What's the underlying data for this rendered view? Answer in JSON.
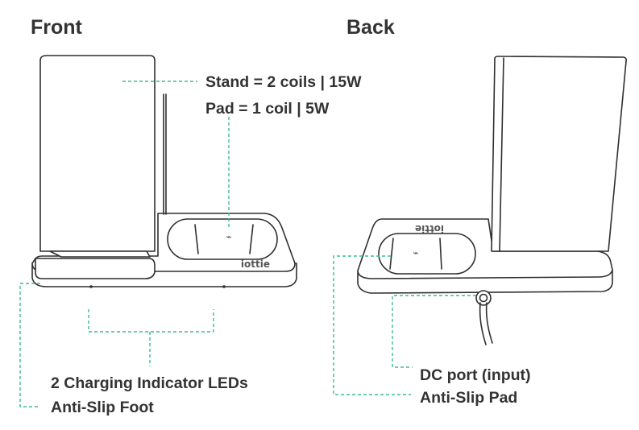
{
  "views": {
    "front_title": "Front",
    "back_title": "Back"
  },
  "callouts": {
    "stand": "Stand = 2 coils | 15W",
    "pad": "Pad = 1 coil | 5W",
    "leds": "2 Charging Indicator LEDs",
    "anti_slip_foot": "Anti-Slip Foot",
    "dc_port": "DC port (input)",
    "anti_slip_pad": "Anti-Slip Pad"
  },
  "brand": {
    "front": "iottie",
    "back": "iottie"
  },
  "colors": {
    "leader": "#3dbb8f",
    "outline": "#2f2f2f",
    "text": "#333333"
  }
}
